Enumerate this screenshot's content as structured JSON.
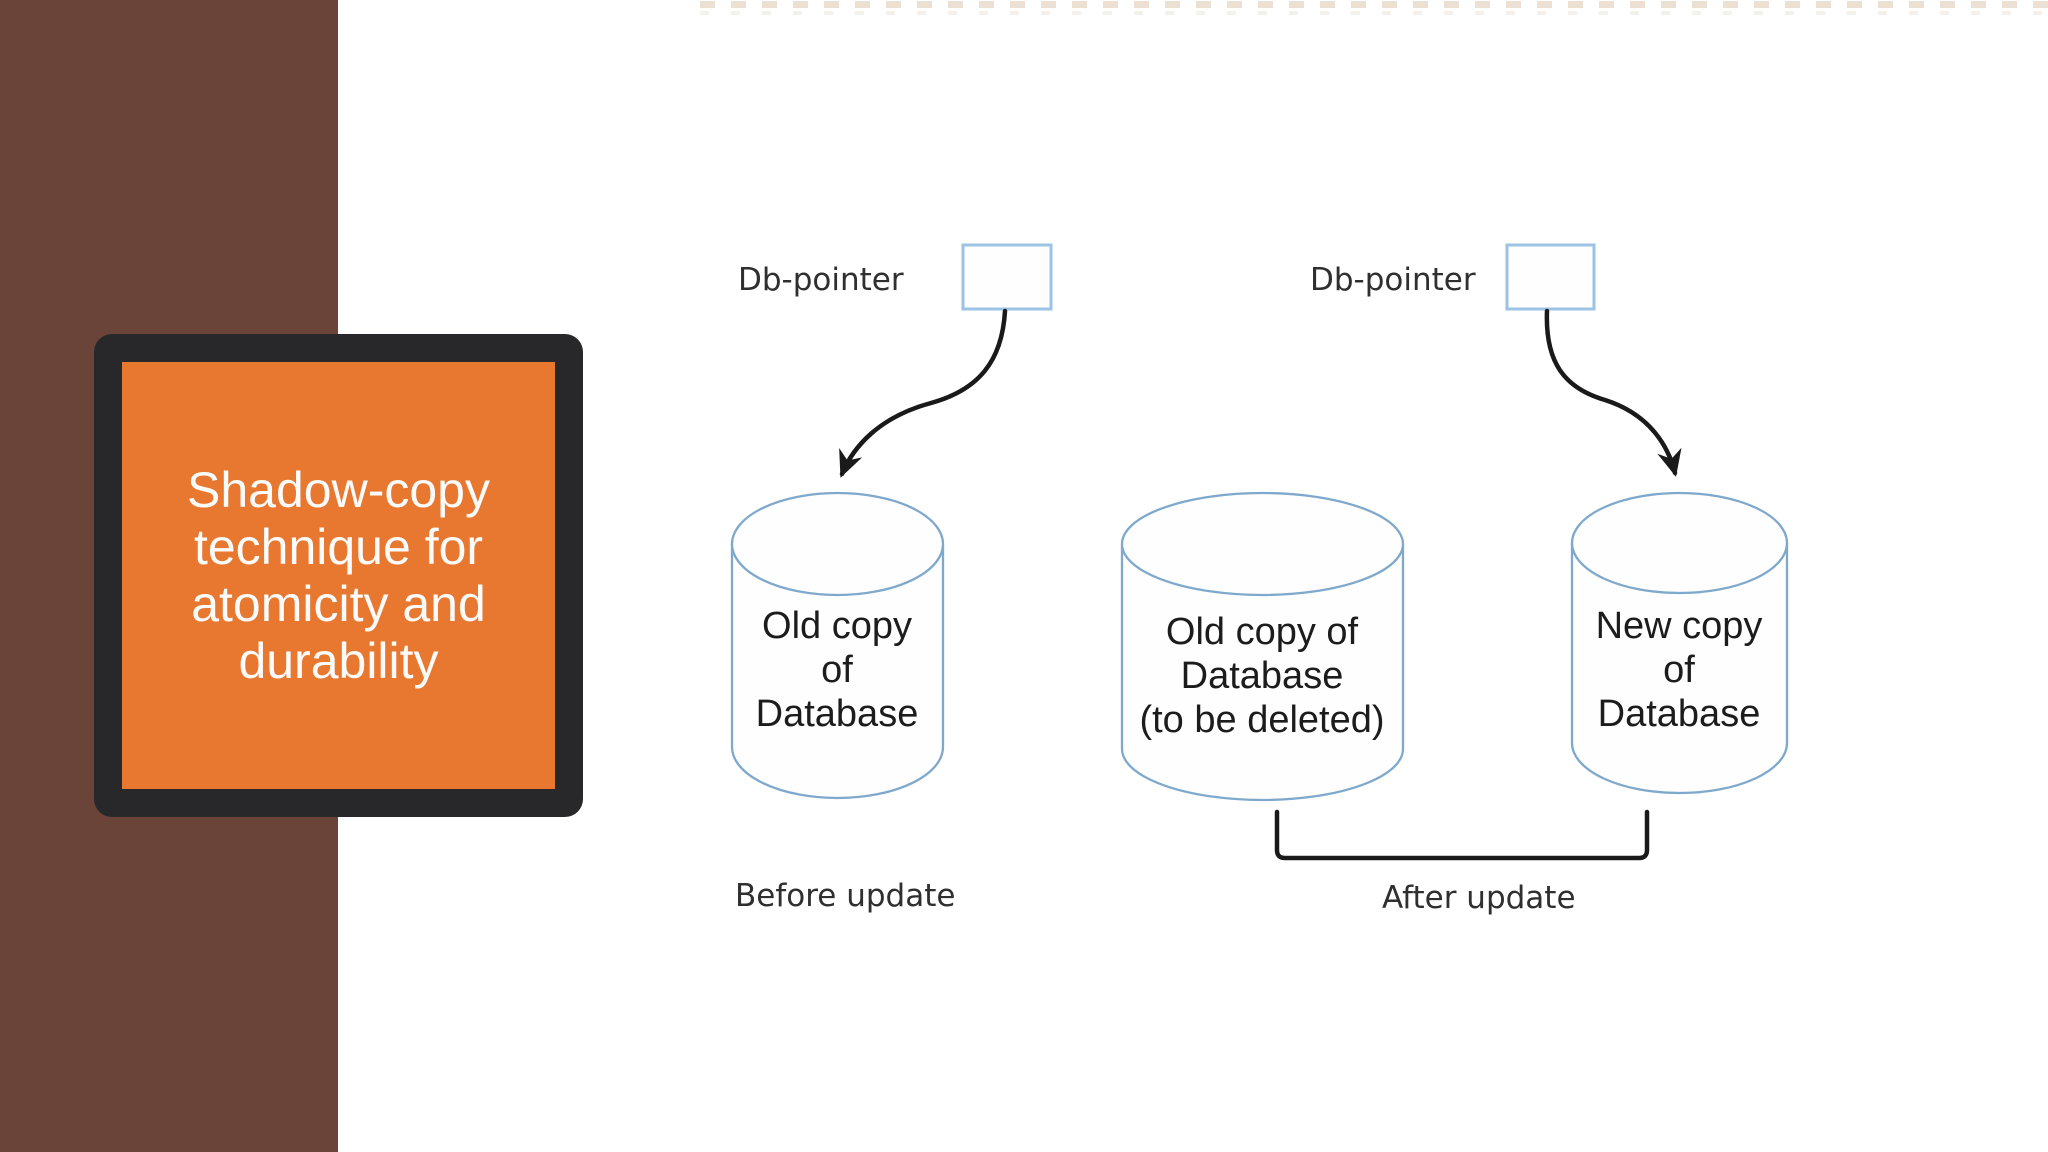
{
  "slide": {
    "title": "Shadow-copy\ntechnique for\natomicity and\ndurability"
  },
  "diagram": {
    "pointer_left": {
      "label": "Db-pointer"
    },
    "pointer_right": {
      "label": "Db-pointer"
    },
    "cylinder_old": {
      "label": "Old copy\nof\nDatabase"
    },
    "cylinder_old_deleted": {
      "label": "Old copy of\nDatabase\n(to be deleted)"
    },
    "cylinder_new": {
      "label": "New copy\nof\nDatabase"
    },
    "caption_before": "Before update",
    "caption_after": "After update"
  },
  "colors": {
    "sidebar_brown": "#6A4439",
    "card_orange": "#E8782F",
    "card_frame": "#28282B",
    "title_text": "#FBFBFB",
    "cylinder_stroke": "#7FA9CC",
    "pointer_box_stroke": "#9CC3E3",
    "diagram_ink": "#1A1A1A",
    "label_text": "#2F2F2F"
  }
}
